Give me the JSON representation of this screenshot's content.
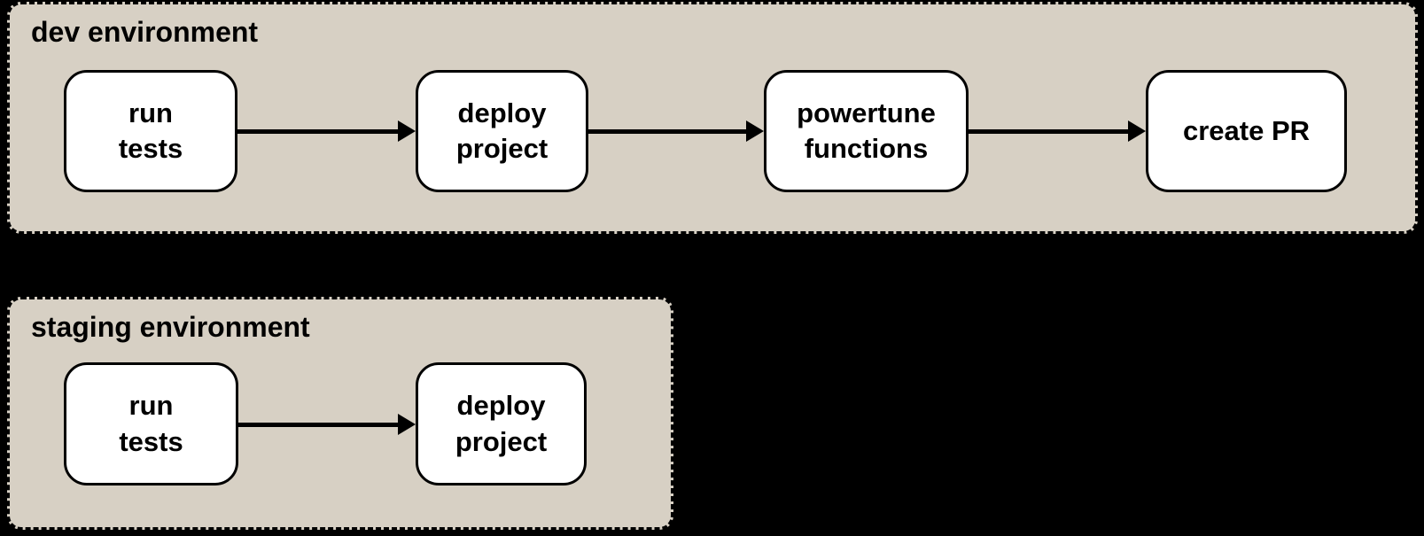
{
  "colors": {
    "background": "#000000",
    "group_fill": "#d7d0c4",
    "group_border": "#000000",
    "node_fill": "#ffffff",
    "node_border": "#000000",
    "arrow": "#000000",
    "text": "#000000"
  },
  "groups": [
    {
      "title": "dev environment",
      "nodes": [
        {
          "label": "run\ntests"
        },
        {
          "label": "deploy\nproject"
        },
        {
          "label": "powertune\nfunctions"
        },
        {
          "label": "create PR"
        }
      ],
      "edges": [
        {
          "from": "run tests",
          "to": "deploy project"
        },
        {
          "from": "deploy project",
          "to": "powertune functions"
        },
        {
          "from": "powertune functions",
          "to": "create PR"
        }
      ]
    },
    {
      "title": "staging environment",
      "nodes": [
        {
          "label": "run\ntests"
        },
        {
          "label": "deploy\nproject"
        }
      ],
      "edges": [
        {
          "from": "run tests",
          "to": "deploy project"
        }
      ]
    }
  ]
}
